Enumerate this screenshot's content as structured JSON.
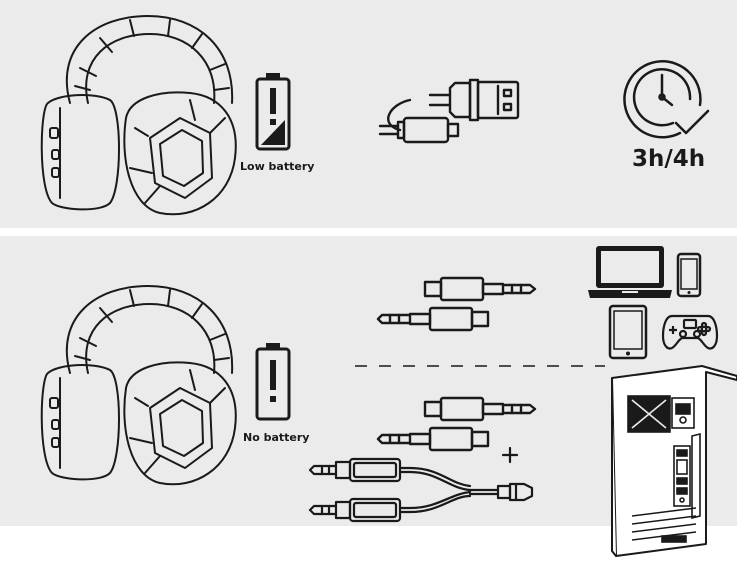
{
  "top_panel": {
    "battery_label": "Low battery",
    "charge_time": "3h/4h"
  },
  "bottom_panel": {
    "battery_label": "No battery"
  },
  "colors": {
    "panel_bg": "#ebebeb",
    "stroke": "#1a1a1a"
  }
}
